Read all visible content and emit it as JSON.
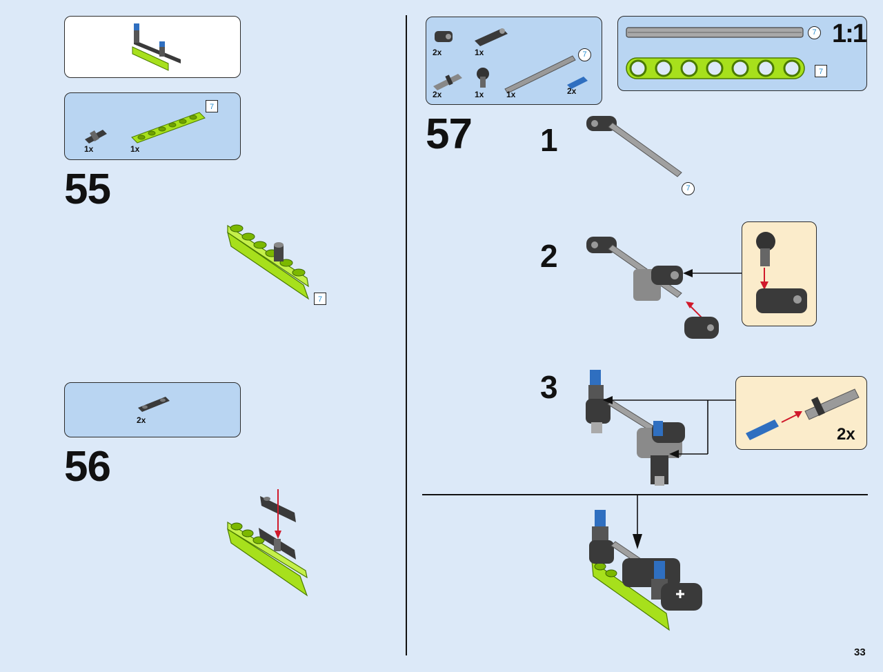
{
  "page": {
    "number": "33"
  },
  "steps": {
    "s55": {
      "number": "55",
      "parts": [
        {
          "qty": "1x",
          "icon": "axle-pin-icon"
        },
        {
          "qty": "1x",
          "icon": "lime-beam-icon"
        }
      ],
      "badge": "7",
      "model_badge": "7"
    },
    "s56": {
      "number": "56",
      "parts": [
        {
          "qty": "2x",
          "icon": "dark-liftarm-icon"
        }
      ]
    },
    "s57": {
      "number": "57",
      "parts": [
        {
          "qty": "2x",
          "icon": "connector-icon"
        },
        {
          "qty": "1x",
          "icon": "liftarm-icon"
        },
        {
          "qty": "2x",
          "icon": "pin-icon"
        },
        {
          "qty": "1x",
          "icon": "angle-connector-icon"
        },
        {
          "qty": "1x",
          "icon": "axle-icon"
        },
        {
          "qty": "2x",
          "icon": "blue-pin-icon"
        }
      ],
      "axle_badge": "7",
      "substeps": [
        {
          "number": "1",
          "badge": "7"
        },
        {
          "number": "2"
        },
        {
          "number": "3",
          "callout_qty": "2x"
        }
      ]
    }
  },
  "scale_box": {
    "label": "1:1",
    "axle_badge": "7",
    "beam_badge": "7"
  },
  "colors": {
    "background": "#dce9f8",
    "panel_blue": "#b9d5f2",
    "callout": "#fbeccb",
    "lime": "#a7e01c",
    "dark": "#3a3a3a",
    "blue": "#2f6fc0",
    "badge": "#2a8fd0"
  }
}
